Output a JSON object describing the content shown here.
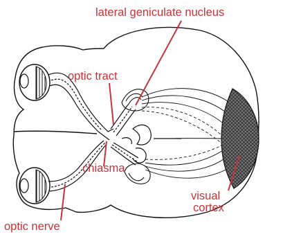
{
  "labels": {
    "lateral_geniculate_nucleus": "lateral geniculate nucleus",
    "optic_tract": "optic tract",
    "chiasma": "chiasma",
    "optic_nerve": "optic nerve",
    "visual": "visual",
    "cortex": "cortex"
  },
  "colors": {
    "label": "#c4343a",
    "outline": "#111111",
    "cortex_fill": "#2b2b2b"
  }
}
